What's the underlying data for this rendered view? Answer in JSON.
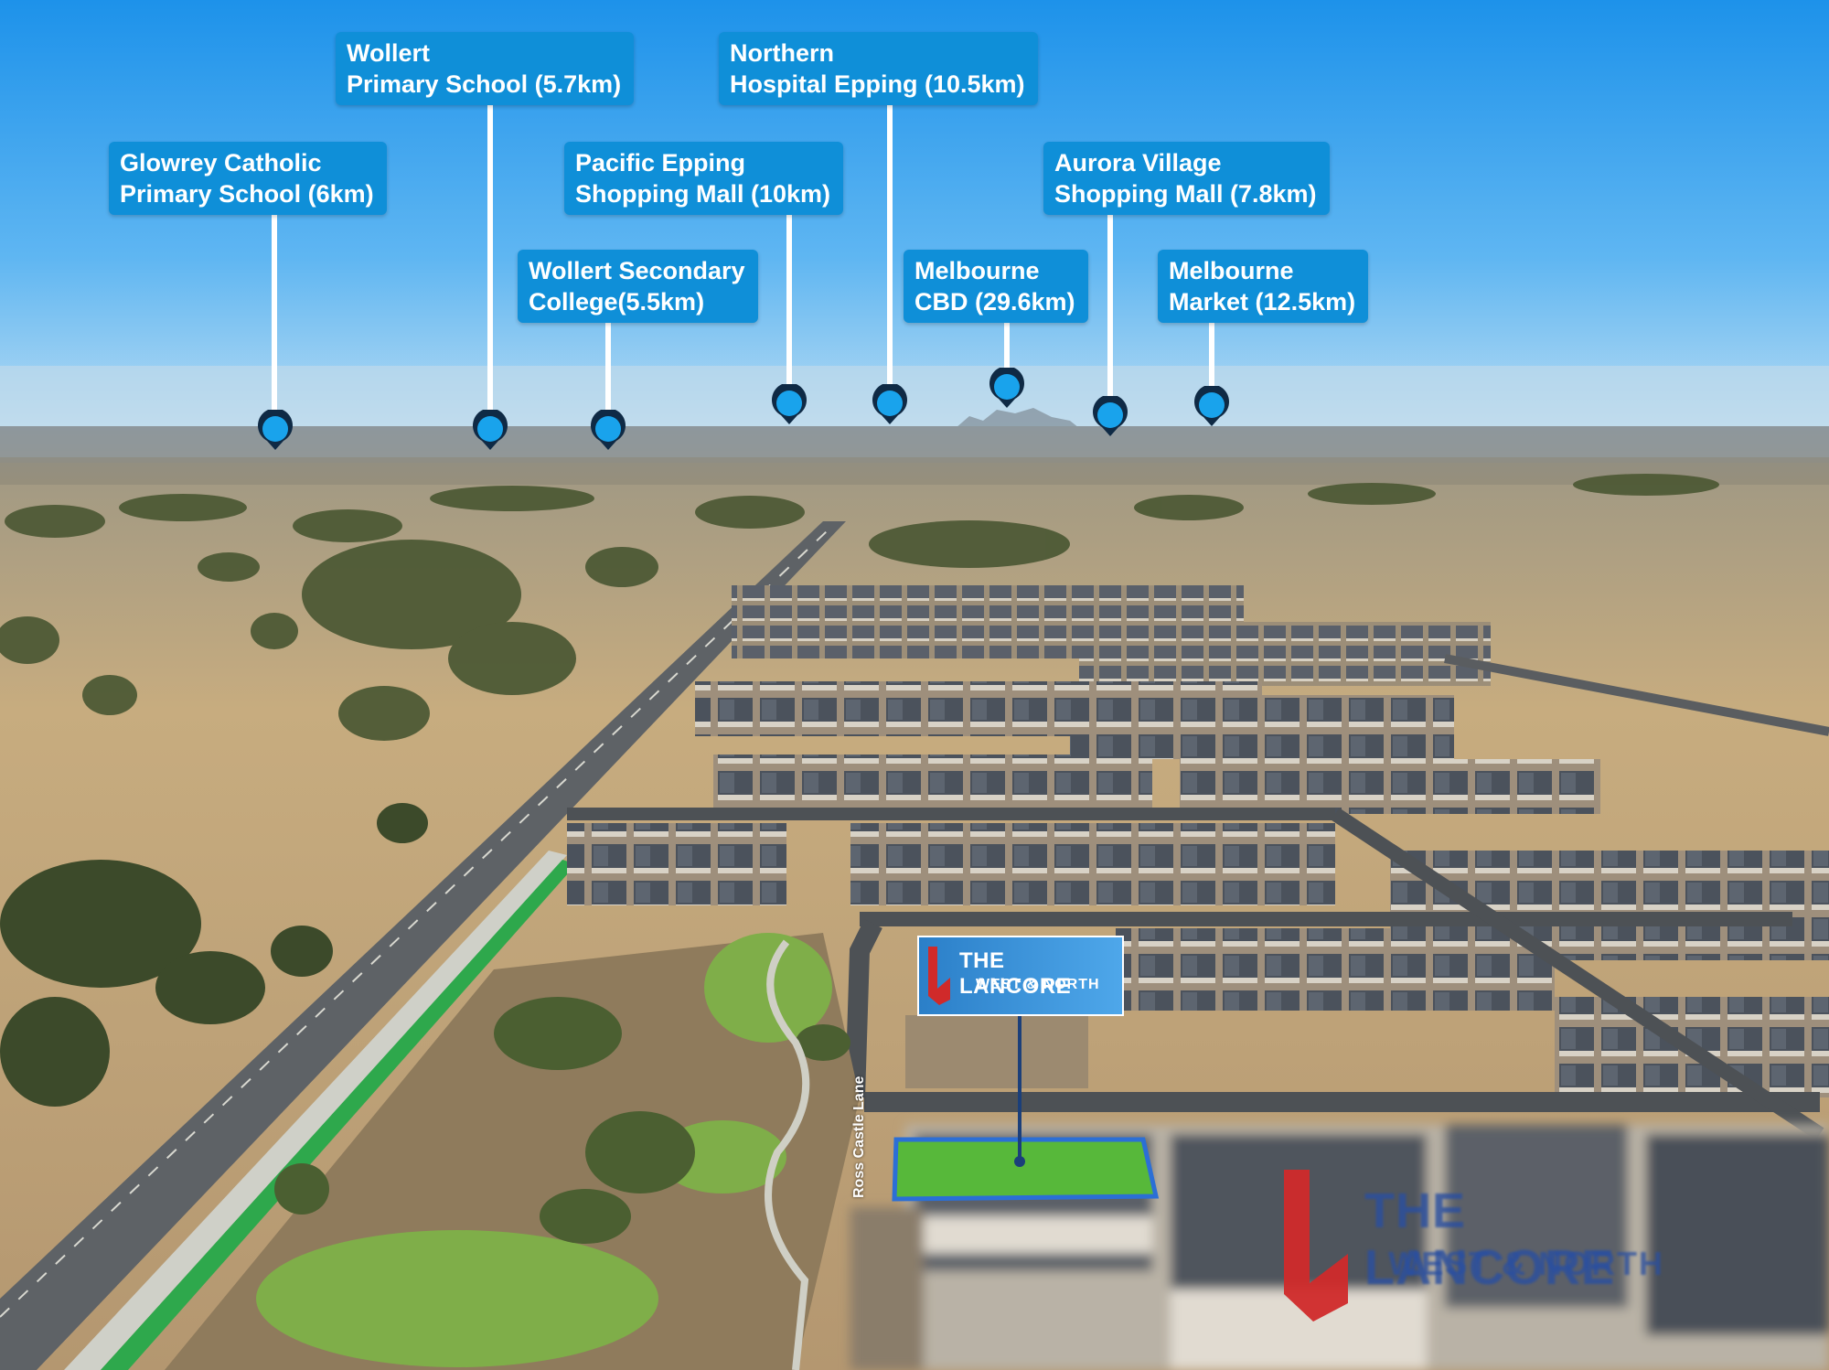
{
  "callouts": [
    {
      "line1": "Glowrey Catholic",
      "line2": "Primary School (6km)"
    },
    {
      "line1": "Wollert",
      "line2": "Primary School (5.7km)"
    },
    {
      "line1": "Wollert Secondary",
      "line2": "College(5.5km)"
    },
    {
      "line1": "Pacific Epping",
      "line2": "Shopping Mall (10km)"
    },
    {
      "line1": "Northern",
      "line2": "Hospital Epping (10.5km)"
    },
    {
      "line1": "Melbourne",
      "line2": "CBD (29.6km)"
    },
    {
      "line1": "Aurora Village",
      "line2": "Shopping Mall (7.8km)"
    },
    {
      "line1": "Melbourne",
      "line2": "Market (12.5km)"
    }
  ],
  "sign": {
    "line1": "THE LANCORE",
    "line2": "WEST & NORTH"
  },
  "street": "Ross Castle Lane",
  "brand": {
    "line1": "THE LANCORE",
    "line2": "WEST & NORTH"
  },
  "colors": {
    "callout": "#0f8fd8",
    "brand_red": "#d02a2a",
    "brand_blue": "#2a4fa0",
    "lot_outline": "#2b6fd6",
    "lot_fill": "#57b83a"
  }
}
